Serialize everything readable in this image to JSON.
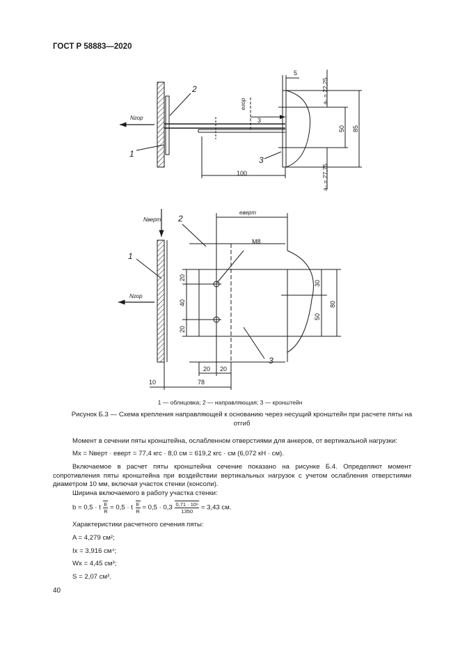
{
  "header": "ГОСТ Р 58883—2020",
  "fig_top": {
    "dim_5": "5",
    "dim_a1": "a₁ = 22,25",
    "dim_a2": "a₂ = 27,75",
    "dim_50": "50",
    "dim_85": "85",
    "dim_3": "3",
    "dim_100": "100",
    "e_gor": "eгор",
    "n_gor": "Nгор",
    "label_1": "1",
    "label_2": "2",
    "label_3": "3"
  },
  "fig_bottom": {
    "n_vert": "Nверт",
    "n_gor": "Nгор",
    "e_vert": "eверт",
    "m8": "M8",
    "label_1": "1",
    "label_2": "2",
    "label_3": "3",
    "dim_20_top": "20",
    "dim_40": "40",
    "dim_20_bottom": "20",
    "dim_30": "30",
    "dim_50": "50",
    "dim_80": "80",
    "dim_20_a": "20",
    "dim_20_b": "20",
    "dim_10": "10",
    "dim_78": "78"
  },
  "legend": "1 — облицовка; 2 — направляющая; 3 — кронштейн",
  "caption": "Рисунок Б.3 — Схема крепления направляющей к основанию через несущий кронштейн при расчете пяты на отгиб",
  "para1": "Момент в сечении пяты кронштейна, ослабленном отверстиями для анкеров, от вертикальной нагрузки:",
  "formula_m": "Mx = Nверт · eверт = 77,4 кгс · 8,0 см = 619,2 кгс · см (6,072 кН · см).",
  "para2": "Включаемое в расчет пяты кронштейна сечение показано на рисунке Б.4. Определяют момент сопротивления пяты кронштейна при воздействии вертикальных нагрузок с учетом ослабления отверстиями диаметром 10 мм, включая участок стенки (консоли).",
  "para3": "Ширина включаемого в работу участка стенки:",
  "formula_b": {
    "lhs": "b = 0,5 · t",
    "mid1": "= 0,5 · t",
    "mid2": "= 0,5 · 0,3",
    "frac_e": "E",
    "frac_r": "R",
    "num": "0,71 · 10⁶",
    "den": "1350",
    "result": "= 3,43 см."
  },
  "para4": "Характеристики расчетного сечения пяты:",
  "chars": [
    "A = 4,279 см²;",
    "Ix = 3,916 см⁴;",
    "Wx = 4,45 см³;",
    "S = 2,07 см³."
  ],
  "page_number": "40"
}
